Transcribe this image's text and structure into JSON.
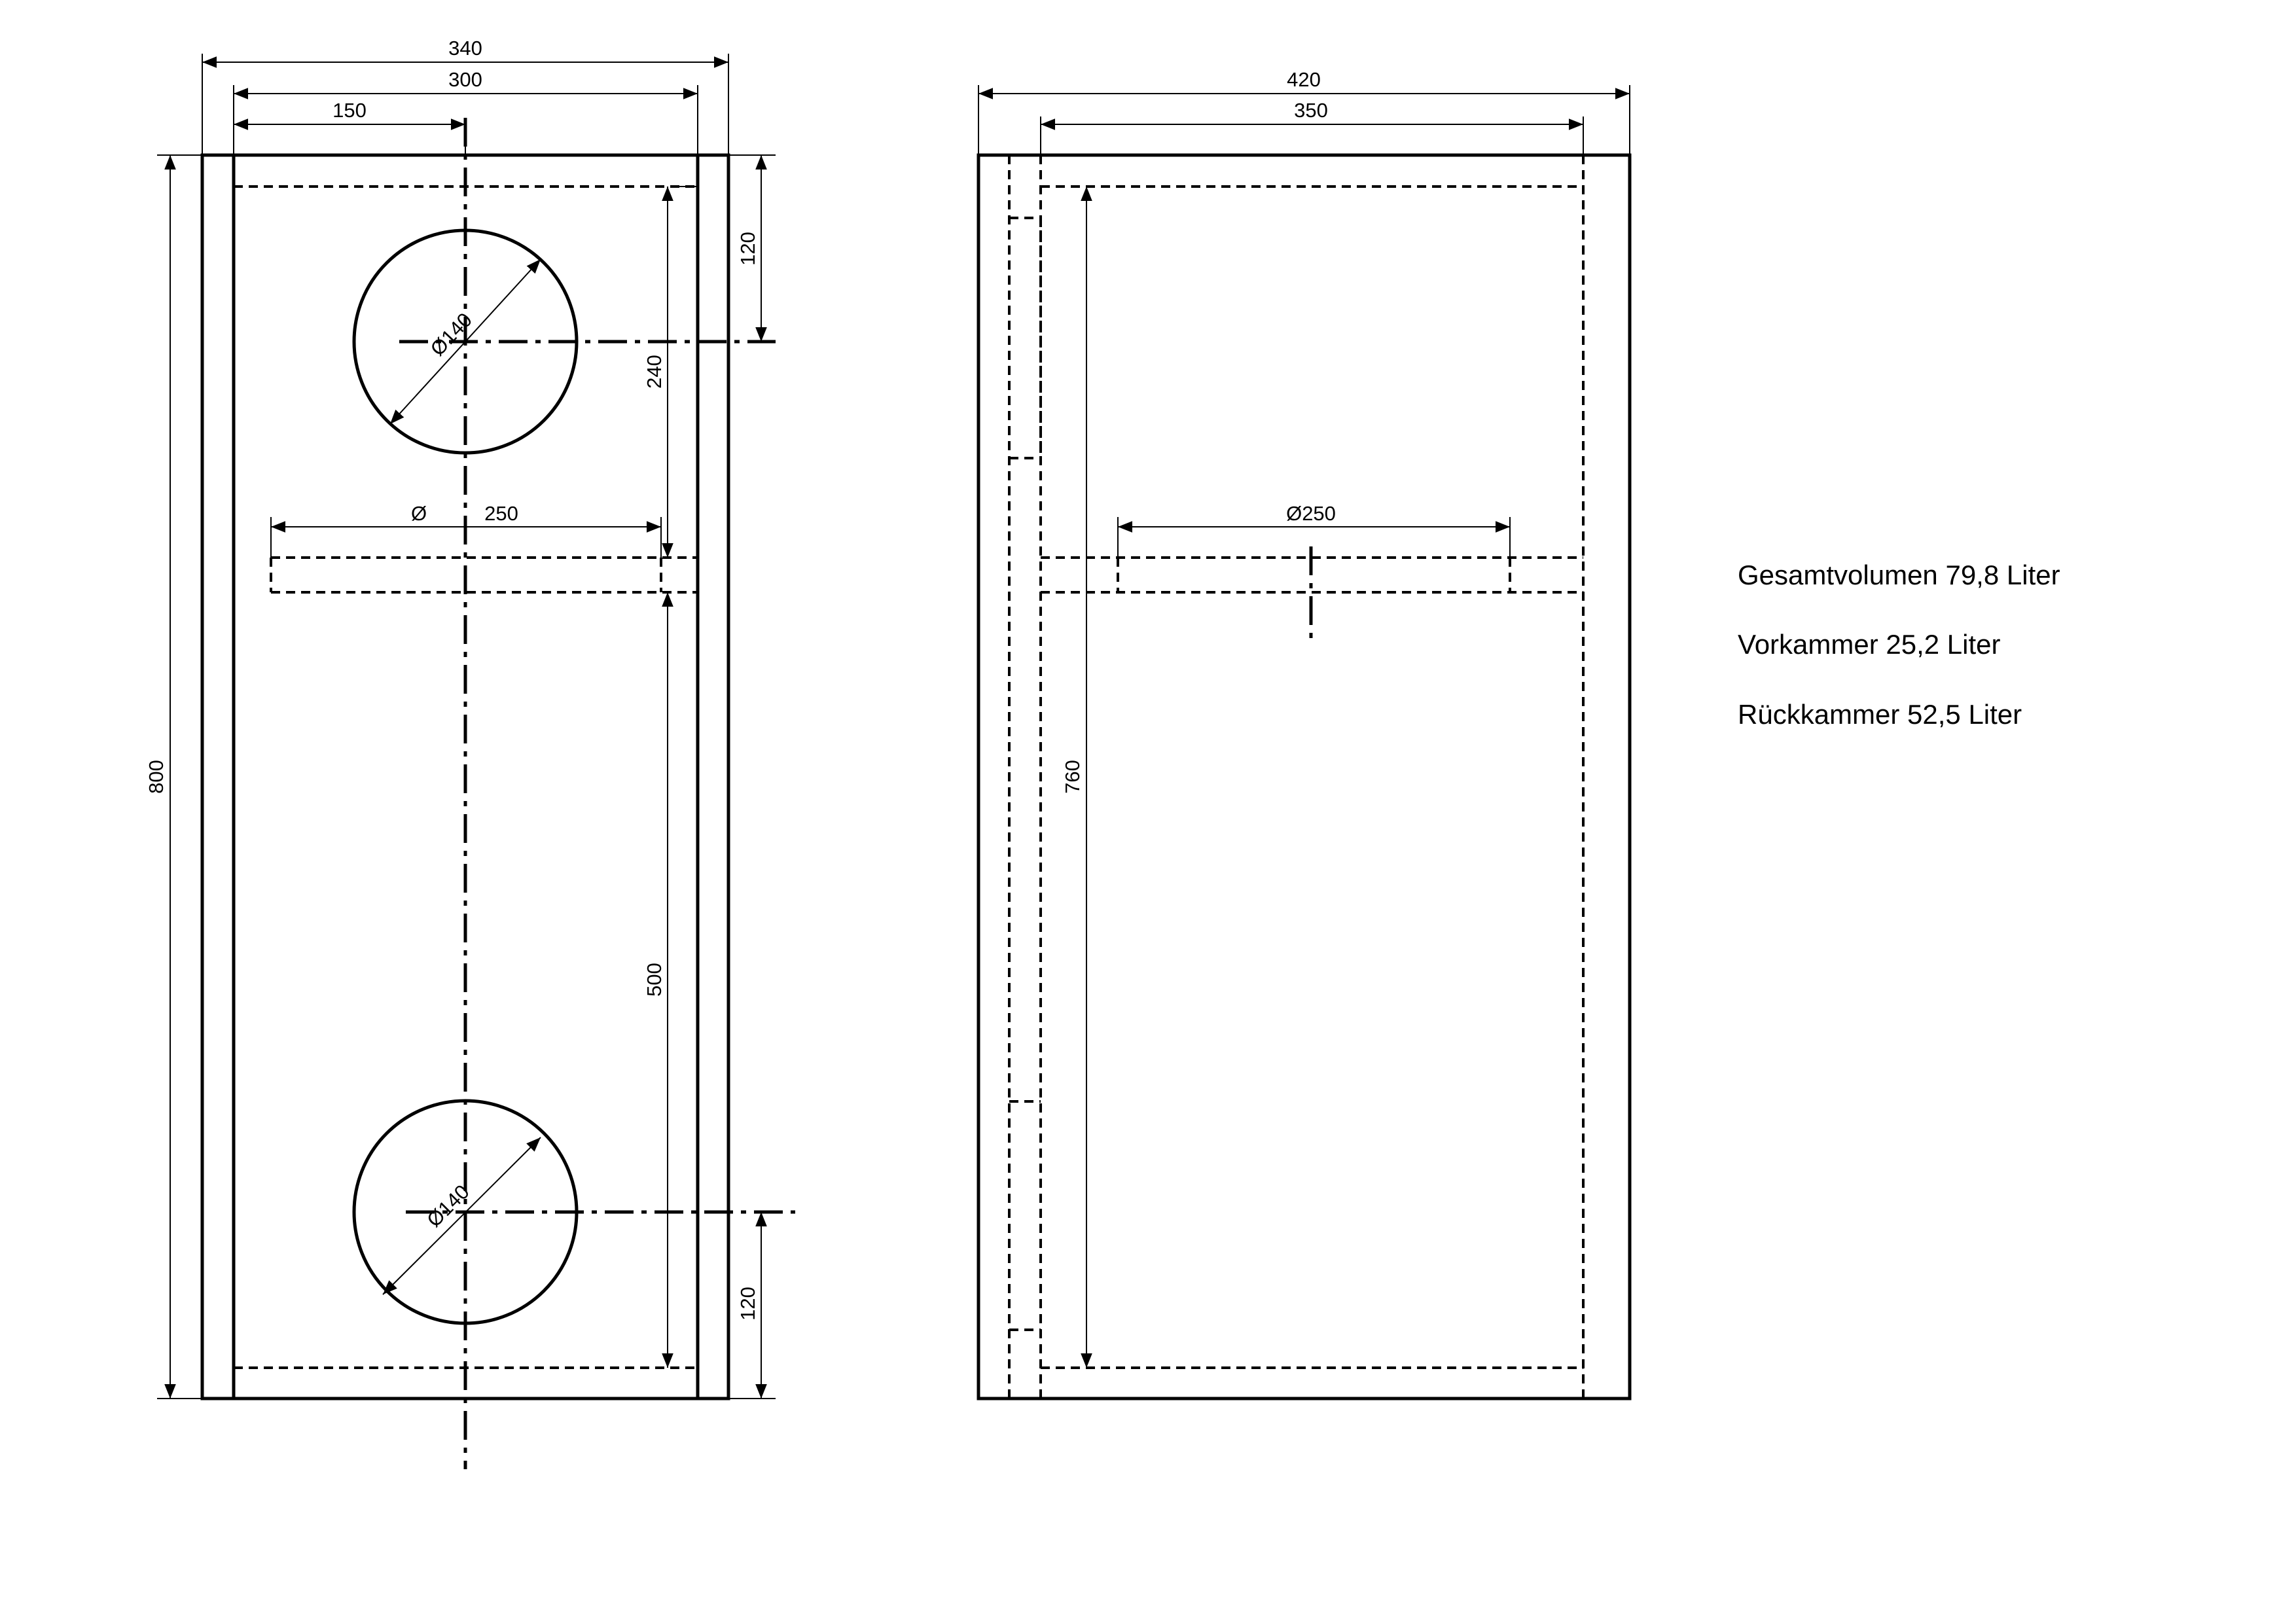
{
  "front_view": {
    "dims": {
      "overall_width": "340",
      "inner_width": "300",
      "center_offset": "150",
      "height": "800",
      "top_driver_offset": "120",
      "top_driver_to_divider": "240",
      "lower_chamber": "500",
      "bottom_driver_offset": "120",
      "divider_port_symbol": "Ø",
      "divider_port_value": "250",
      "top_driver_dia": "Ø140",
      "bottom_driver_dia": "Ø140"
    }
  },
  "side_view": {
    "dims": {
      "overall_depth": "420",
      "inner_depth": "350",
      "inner_height": "760",
      "port_dia": "Ø250"
    }
  },
  "notes": {
    "total_volume": "Gesamtvolumen 79,8 Liter",
    "front_chamber": "Vorkammer 25,2 Liter",
    "rear_chamber": "Rückkammer 52,5 Liter"
  }
}
